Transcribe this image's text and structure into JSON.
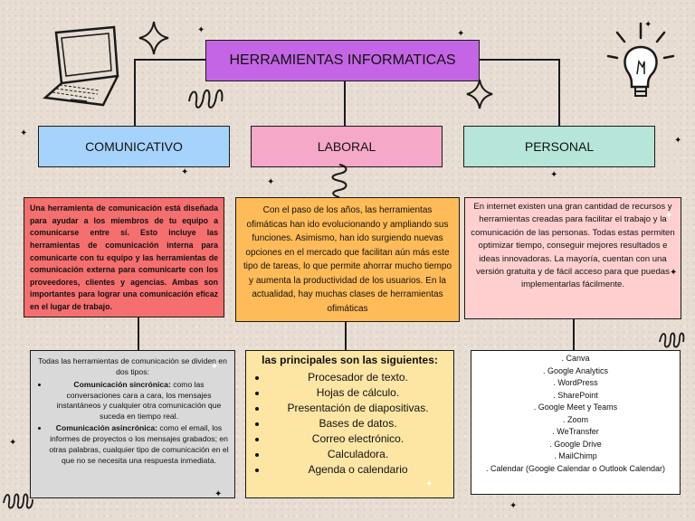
{
  "title": "HERRAMIENTAS INFORMATICAS",
  "categories": [
    {
      "label": "COMUNICATIVO"
    },
    {
      "label": "LABORAL"
    },
    {
      "label": "PERSONAL"
    }
  ],
  "descriptions": {
    "comunicativo": "Una herramienta de comunicación está diseñada para ayudar a los miembros de tu equipo a comunicarse entre sí. Esto incluye las herramientas de comunicación interna para comunicarte con tu equipo y las herramientas de comunicación externa para comunicarte con los proveedores, clientes y agencias. Ambas son importantes para lograr una comunicación eficaz en el lugar de trabajo.",
    "laboral": "Con el paso de los años, las herramientas ofimáticas han ido evolucionando y ampliando sus funciones. Asimismo, han ido surgiendo nuevas opciones en el mercado que facilitan aún más este tipo de tareas, lo que permite ahorrar mucho tiempo y aumenta la productividad de los usuarios. En la actualidad, hay muchas clases de herramientas ofimáticas",
    "personal": "En internet existen una gran cantidad de recursos y herramientas creadas para facilitar el trabajo y la comunicación de las personas. Todas estas permiten optimizar tiempo, conseguir mejores resultados e ideas innovadoras. La mayoría, cuentan con una versión gratuita y de fácil acceso para que puedas implementarlas fácilmente."
  },
  "comunicativo_list": {
    "intro": "Todas las herramientas de comunicación se dividen en dos tipos:",
    "items": [
      {
        "term": "Comunicación sincrónica:",
        "text": " como las conversaciones cara a cara, los mensajes instantáneos y cualquier otra comunicación que suceda en tiempo real."
      },
      {
        "term": "Comunicación asincrónica:",
        "text": " como el email, los informes de proyectos o los mensajes grabados; en otras palabras, cualquier tipo de comunicación en el que no se necesita una respuesta inmediata."
      }
    ]
  },
  "laboral_list": {
    "heading": "las principales son las siguientes:",
    "items": [
      "Procesador de texto.",
      "Hojas de cálculo.",
      "Presentación de diapositivas.",
      "Bases de datos.",
      "Correo electrónico.",
      "Calculadora.",
      "Agenda o calendario"
    ]
  },
  "personal_list": {
    "items": [
      ". Canva",
      ".  Google Analytics",
      ". WordPress",
      ". SharePoint",
      ". Google Meet y Teams",
      ". Zoom",
      ". WeTransfer",
      ". Google Drive",
      ". MailChimp",
      ". Calendar (Google Calendar o Outlook Calendar)"
    ]
  },
  "colors": {
    "title": "#c465e5",
    "comunicativo": "#a6d3fb",
    "laboral": "#f5a8c8",
    "personal": "#b6e6d9",
    "desc_com": "#f46f6e",
    "desc_lab": "#ffbb57",
    "desc_per": "#ffcfcf",
    "list_com": "#d9d9d9",
    "list_lab": "#fde5a4",
    "list_per": "#ffffff"
  },
  "icons": [
    "laptop-icon",
    "lightbulb-icon",
    "sparkle-icon",
    "squiggle-icon",
    "star-icon"
  ]
}
